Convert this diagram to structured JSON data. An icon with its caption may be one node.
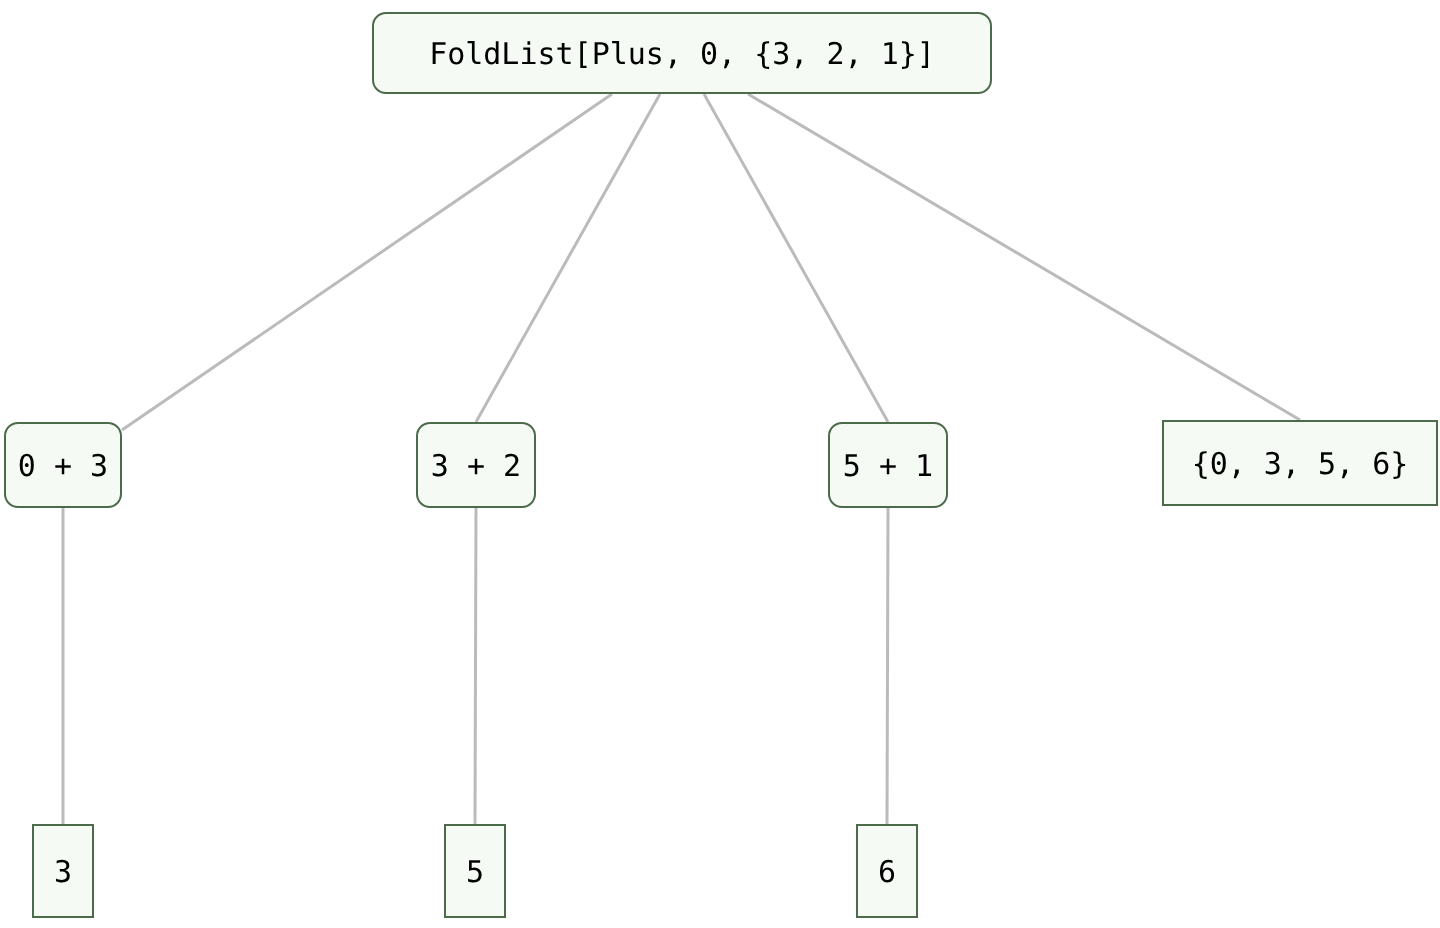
{
  "diagram": {
    "nodes": [
      {
        "text": [
          "FoldList[Plus, 0, {3, 2, 1}]"
        ]
      },
      {
        "text": [
          "0 + 3"
        ]
      },
      {
        "text": [
          "3 + 2"
        ]
      },
      {
        "text": [
          "5 + 1"
        ]
      },
      {
        "text": [
          "{0, 3, 5, 6}"
        ]
      },
      {
        "text": [
          "3"
        ]
      },
      {
        "text": [
          "5"
        ]
      },
      {
        "text": [
          "6"
        ]
      }
    ],
    "edges": [
      {
        "from": 0,
        "to": 1,
        "arrow": "none"
      },
      {
        "from": 0,
        "to": 2,
        "arrow": "none"
      },
      {
        "from": 0,
        "to": 3,
        "arrow": "none"
      },
      {
        "from": 0,
        "to": 4,
        "arrow": "none"
      },
      {
        "from": 1,
        "to": 5,
        "arrow": "none"
      },
      {
        "from": 2,
        "to": 6,
        "arrow": "none"
      },
      {
        "from": 3,
        "to": 7,
        "arrow": "none"
      }
    ]
  }
}
